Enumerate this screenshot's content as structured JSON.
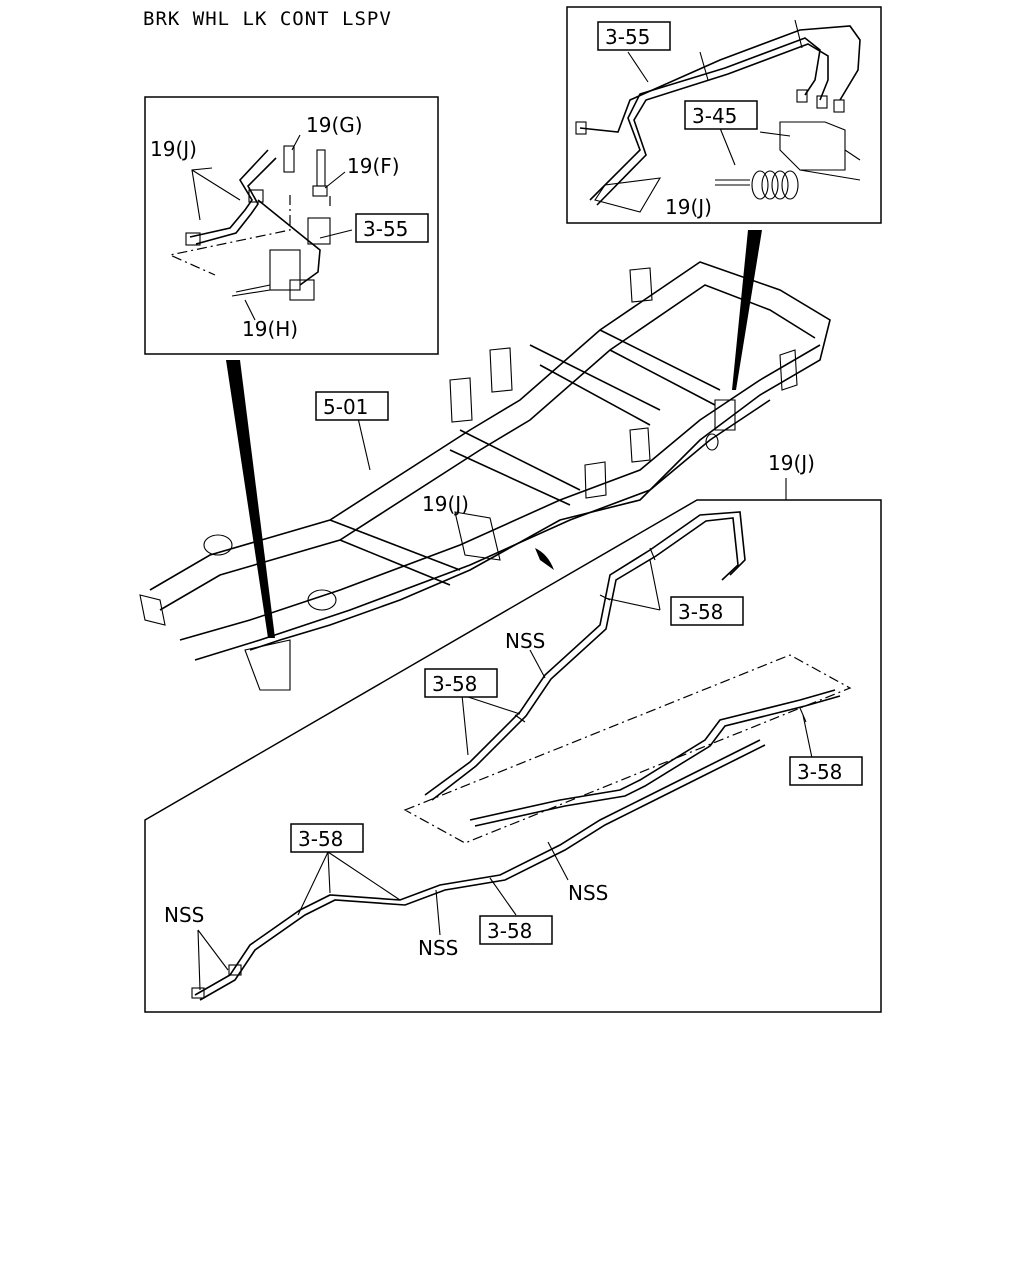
{
  "title": "BRK WHL LK CONT LSPV",
  "callouts": {
    "detail_left": {
      "j": "19(J)",
      "g": "19(G)",
      "f": "19(F)",
      "ref_3_55": "3-55",
      "h": "19(H)"
    },
    "detail_right": {
      "ref_3_55": "3-55",
      "ref_3_45": "3-45",
      "j": "19(J)"
    },
    "frame": {
      "ref_5_01": "5-01",
      "j_frame": "19(J)",
      "j_lines": "19(J)"
    },
    "lines": {
      "ref_3_58_a": "3-58",
      "nss_a": "NSS",
      "ref_3_58_b": "3-58",
      "ref_3_58_c": "3-58",
      "ref_3_58_d": "3-58",
      "nss_b": "NSS",
      "nss_c": "NSS",
      "nss_d": "NSS",
      "ref_3_58_e": "3-58"
    }
  }
}
